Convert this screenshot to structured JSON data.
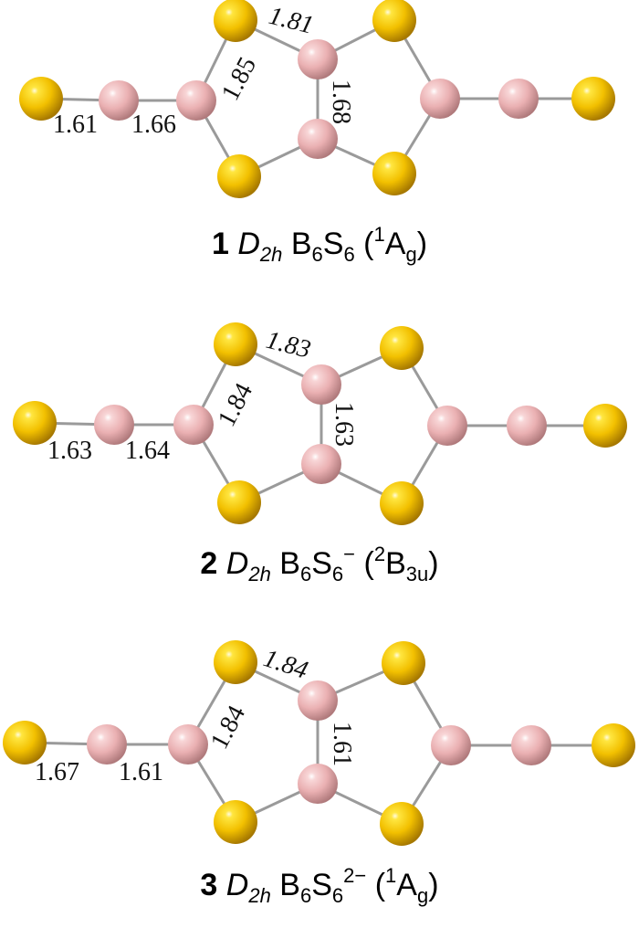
{
  "colors": {
    "sulfur": "#f2c000",
    "boron": "#f0b6b8",
    "bond": "#999999",
    "text": "#000000"
  },
  "molecules": [
    {
      "number": "1",
      "point_group": "D",
      "point_group_sub": "2h",
      "formula_B": "B",
      "formula_B_sub": "6",
      "formula_S": "S",
      "formula_S_sub": "6",
      "charge": "",
      "state_open": " (",
      "state_mult": "1",
      "state_sym": "A",
      "state_sym_sub": "g",
      "state_close": ")",
      "bond_lengths": {
        "terminal_S_B": "1.61",
        "B_B_chain": "1.66",
        "B_S_ring": "1.85",
        "S_B_center": "1.81",
        "B_B_center": "1.68"
      }
    },
    {
      "number": "2",
      "point_group": "D",
      "point_group_sub": "2h",
      "formula_B": "B",
      "formula_B_sub": "6",
      "formula_S": "S",
      "formula_S_sub": "6",
      "charge": "−",
      "state_open": " (",
      "state_mult": "2",
      "state_sym": "B",
      "state_sym_sub": "3u",
      "state_close": ")",
      "bond_lengths": {
        "terminal_S_B": "1.63",
        "B_B_chain": "1.64",
        "B_S_ring": "1.84",
        "S_B_center": "1.83",
        "B_B_center": "1.63"
      }
    },
    {
      "number": "3",
      "point_group": "D",
      "point_group_sub": "2h",
      "formula_B": "B",
      "formula_B_sub": "6",
      "formula_S": "S",
      "formula_S_sub": "6",
      "charge": "2−",
      "state_open": " (",
      "state_mult": "1",
      "state_sym": "A",
      "state_sym_sub": "g",
      "state_close": ")",
      "bond_lengths": {
        "terminal_S_B": "1.67",
        "B_B_chain": "1.61",
        "B_S_ring": "1.84",
        "S_B_center": "1.84",
        "B_B_center": "1.61"
      }
    }
  ]
}
